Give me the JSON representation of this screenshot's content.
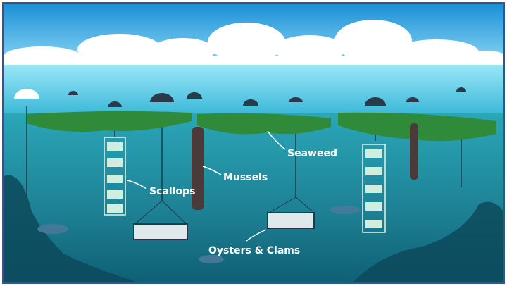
{
  "labels": {
    "seaweed": "Seaweed",
    "mussels": "Mussels",
    "scallops": "Scallops",
    "oysters_clams": "Oysters & Clams"
  },
  "colors": {
    "frame": "#2f5597",
    "sky_top": "#1b8fd6",
    "sky_bottom": "#7fd3f5",
    "surface": "#5fd0ec",
    "water_top": "#2aa7b8",
    "water_bottom": "#0f5f74",
    "seaweed": "#2f8a3a",
    "buoy": "#2b3a4a"
  }
}
